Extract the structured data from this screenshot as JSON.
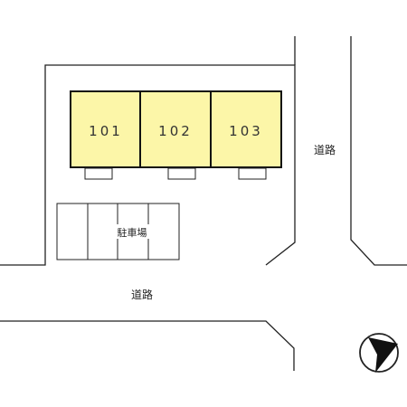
{
  "units": [
    {
      "label": "101"
    },
    {
      "label": "102"
    },
    {
      "label": "103"
    }
  ],
  "parking": {
    "label": "駐車場"
  },
  "roads": {
    "east_label": "道路",
    "south_label": "道路"
  },
  "compass": {
    "icon": "north-arrow-icon"
  },
  "colors": {
    "unit_fill": "#fcf6a8",
    "unit_stroke": "#111111",
    "line": "#222222",
    "background": "#ffffff"
  }
}
